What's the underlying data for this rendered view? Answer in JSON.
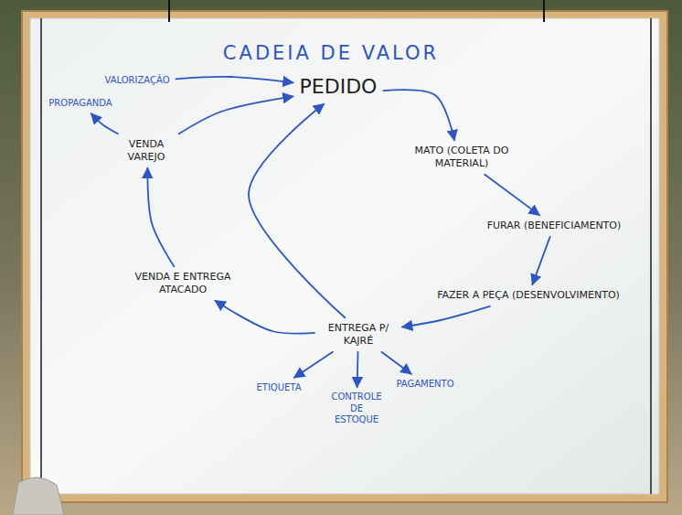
{
  "diagram": {
    "title": "CADEIA DE VALOR",
    "nodes": [
      {
        "text": [
          "PEDIDO"
        ]
      },
      {
        "text": [
          "MATO (COLETA DO MATERIAL)"
        ]
      },
      {
        "text": [
          "FURAR (BENEFICIAMENTO)"
        ]
      },
      {
        "text": [
          "FAZER A PEÇA (DESENVOLVIMENTO)"
        ]
      },
      {
        "text": [
          "ENTREGA P/ KAJRÉ"
        ]
      },
      {
        "text": [
          "ETIQUETA"
        ]
      },
      {
        "text": [
          "CONTROLE DE ESTOQUE"
        ]
      },
      {
        "text": [
          "PAGAMENTO"
        ]
      },
      {
        "text": [
          "VENDA E ENTREGA ATACADO"
        ]
      },
      {
        "text": [
          "VENDA VAREJO"
        ]
      },
      {
        "text": [
          "VALORIZAÇÃO"
        ]
      },
      {
        "text": [
          "PROPAGANDA"
        ]
      }
    ],
    "edges": [
      {
        "from": 0,
        "to": 1,
        "arrow": "to"
      },
      {
        "from": 1,
        "to": 2,
        "arrow": "to"
      },
      {
        "from": 2,
        "to": 3,
        "arrow": "to"
      },
      {
        "from": 3,
        "to": 4,
        "arrow": "to"
      },
      {
        "from": 4,
        "to": 5,
        "arrow": "to"
      },
      {
        "from": 4,
        "to": 6,
        "arrow": "to"
      },
      {
        "from": 4,
        "to": 7,
        "arrow": "to"
      },
      {
        "from": 4,
        "to": 8,
        "arrow": "to"
      },
      {
        "from": 4,
        "to": 0,
        "arrow": "to"
      },
      {
        "from": 8,
        "to": 9,
        "arrow": "to"
      },
      {
        "from": 9,
        "to": 0,
        "arrow": "to"
      },
      {
        "from": 9,
        "to": 11,
        "arrow": "to"
      },
      {
        "from": 10,
        "to": 0,
        "arrow": "to"
      }
    ]
  }
}
